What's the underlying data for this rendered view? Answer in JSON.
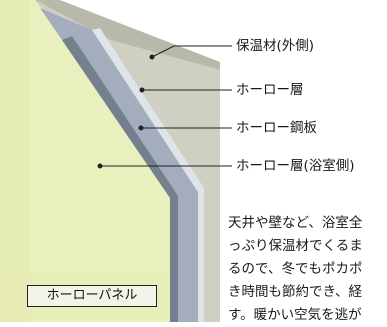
{
  "labels": {
    "insulation": "保温材(外側)",
    "enamel_layer": "ホーロー層",
    "enamel_steel": "ホーロー鋼板",
    "enamel_bath_side": "ホーロー層(浴室側)"
  },
  "panel_caption": "ホーローパネル",
  "body_text": {
    "line1": "天井や壁など、浴室全",
    "line2": "っぷり保温材でくるま",
    "line3": "るので、冬でもポカポ",
    "line4": "き時間も節約でき、経",
    "line5": "す。暖かい空気を逃が"
  },
  "colors": {
    "insulation": "#c8c8b8",
    "panel_face": "#eaf0b8",
    "steel": "#9aa4b4",
    "steel_dark": "#6a7488",
    "leader": "#222222"
  }
}
